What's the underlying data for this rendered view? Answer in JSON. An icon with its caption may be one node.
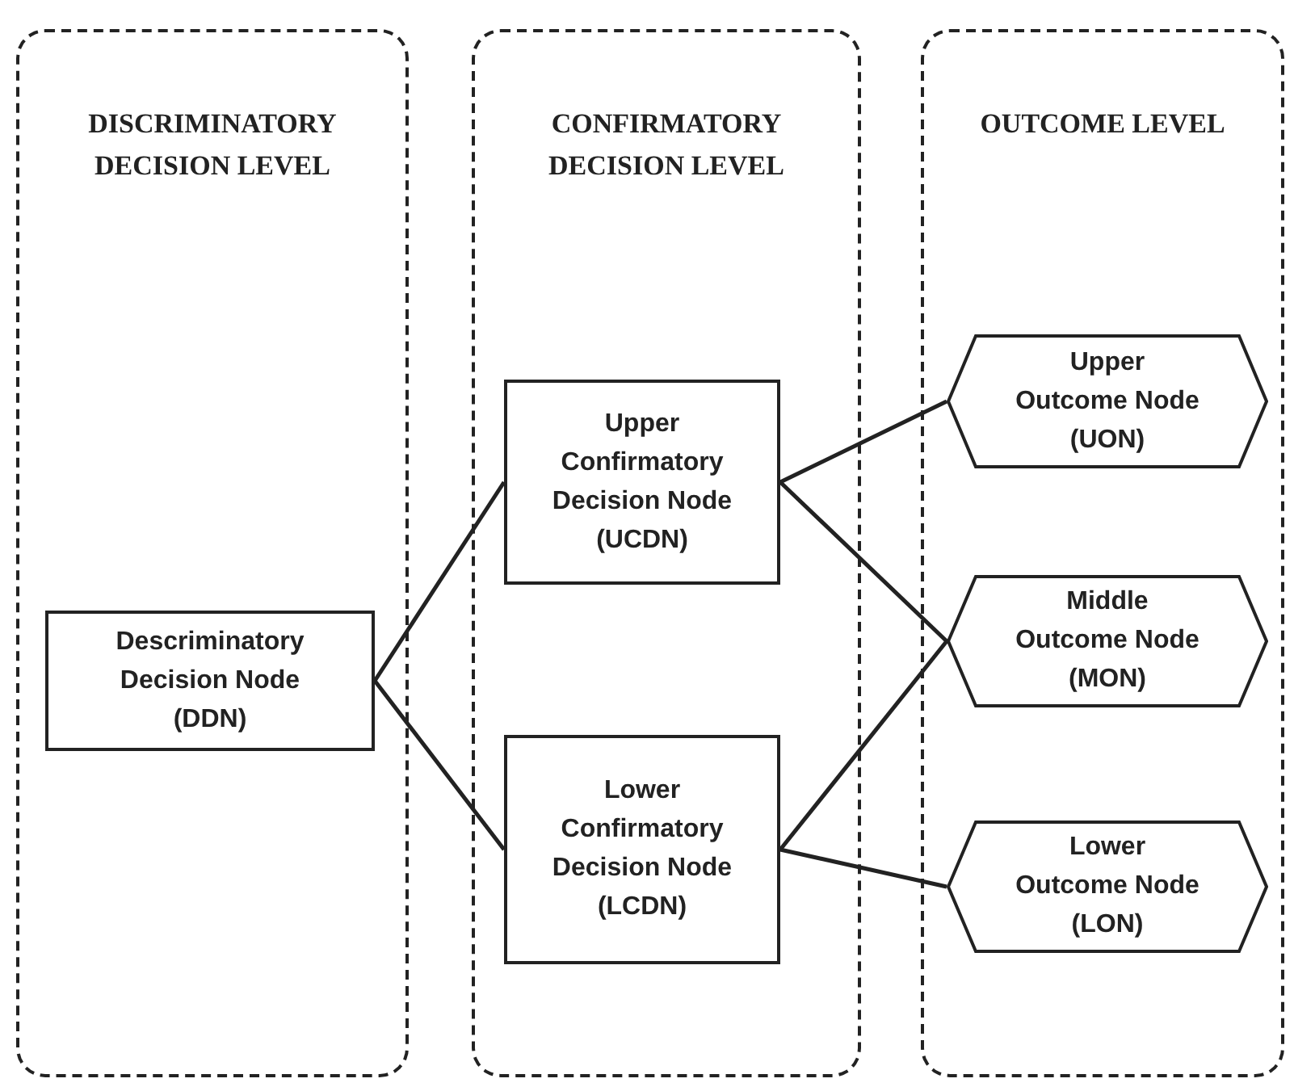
{
  "diagram": {
    "nodes": [
      {
        "text": [
          "DISCRIMINATORY DECISION LEVEL"
        ]
      },
      {
        "text": [
          "CONFIRMATORY DECISION LEVEL"
        ]
      },
      {
        "text": [
          "OUTCOME LEVEL"
        ]
      },
      {
        "text": [
          "Descriminatory Decision Node (DDN)"
        ],
        "in": 0
      },
      {
        "text": [
          "Upper Confirmatory Decision Node (UCDN)"
        ],
        "in": 1
      },
      {
        "text": [
          "Lower Confirmatory Decision Node (LCDN)"
        ],
        "in": 1
      },
      {
        "text": [
          "Upper Outcome Node (UON)"
        ],
        "in": 2
      },
      {
        "text": [
          "Middle Outcome Node (MON)"
        ],
        "in": 2
      },
      {
        "text": [
          "Lower Outcome Node (LON)"
        ],
        "in": 2
      }
    ],
    "edges": [
      {
        "from": 3,
        "to": 4,
        "arrow": "none"
      },
      {
        "from": 3,
        "to": 5,
        "arrow": "none"
      },
      {
        "from": 4,
        "to": 6,
        "arrow": "none"
      },
      {
        "from": 4,
        "to": 7,
        "arrow": "none"
      },
      {
        "from": 5,
        "to": 7,
        "arrow": "none"
      },
      {
        "from": 5,
        "to": 8,
        "arrow": "none"
      }
    ]
  }
}
